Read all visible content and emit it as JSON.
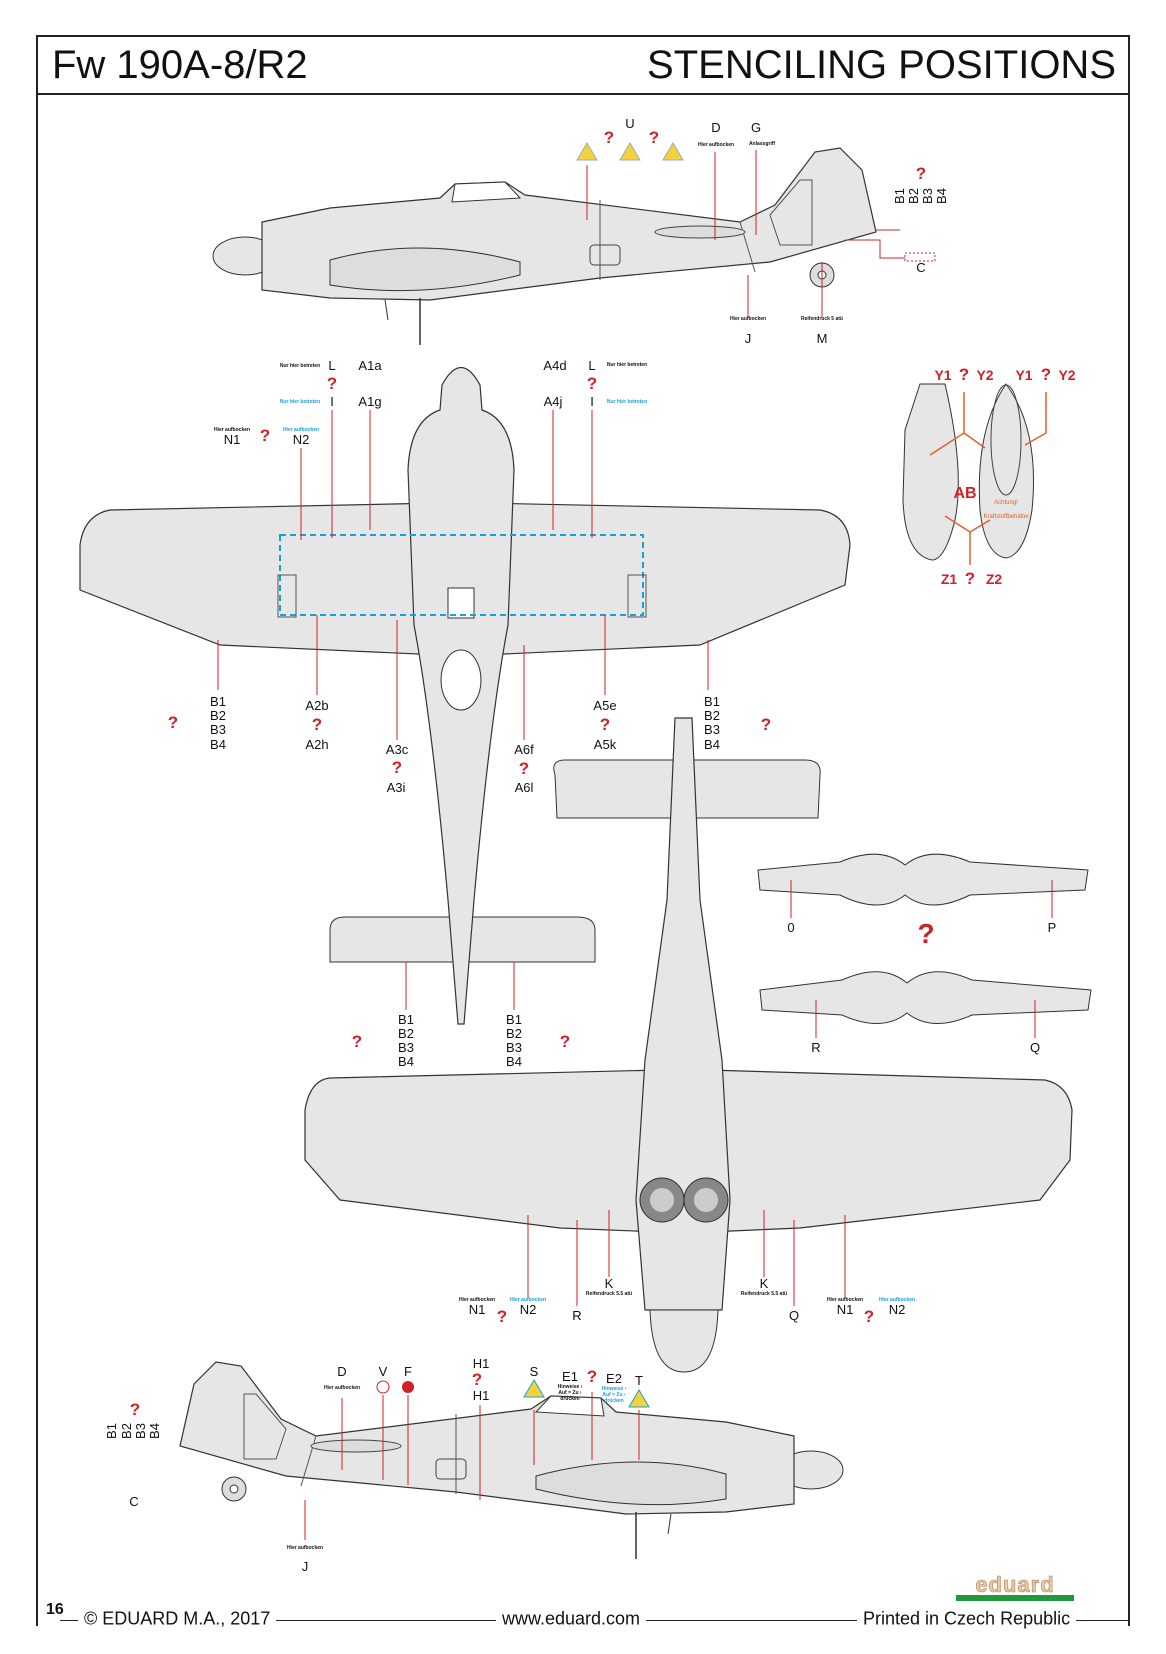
{
  "header": {
    "title": "Fw 190A-8/R2",
    "section": "STENCILING POSITIONS"
  },
  "q": "?",
  "side_top": {
    "U": "U",
    "D": "D",
    "D_note": "Hier aufbocken",
    "G": "G",
    "G_note": "Anlassgriff",
    "J": "J",
    "J_note": "Hier aufbocken",
    "M": "M",
    "M_note": "Reifendruck 5 atü",
    "C": "C",
    "B": [
      "B1",
      "B2",
      "B3",
      "B4"
    ]
  },
  "top_view": {
    "L": "L",
    "I": "I",
    "L_note": "Nur hier betreten",
    "I_note": "Nur hier betreten",
    "A1a": "A1a",
    "A1g": "A1g",
    "A4d": "A4d",
    "A4j": "A4j",
    "N1": "N1",
    "N2": "N2",
    "N_note": "Hier aufbocken",
    "A2b": "A2b",
    "A2h": "A2h",
    "A3c": "A3c",
    "A3i": "A3i",
    "A5e": "A5e",
    "A5k": "A5k",
    "A6f": "A6f",
    "A6l": "A6l",
    "B": [
      "B1",
      "B2",
      "B3",
      "B4"
    ]
  },
  "drop_tank": {
    "Y1": "Y1",
    "Y2": "Y2",
    "AB": "AB",
    "Z1": "Z1",
    "Z2": "Z2",
    "warning": "Achtung! Kraftstoffbehälter"
  },
  "flaps": {
    "O": "0",
    "P": "P",
    "R": "R",
    "Q": "Q"
  },
  "bottom_view": {
    "K": "K",
    "K_note": "Reifendruck 5.5 atü",
    "N1": "N1",
    "N2": "N2",
    "N_note": "Hier aufbocken",
    "R": "R",
    "Q": "Q"
  },
  "side_bottom": {
    "D": "D",
    "D_note": "Hier aufbocken",
    "V": "V",
    "F": "F",
    "H1": "H1",
    "S": "S",
    "E1": "E1",
    "E2": "E2",
    "E_note": "Hinweise ‹ Auf = Zu › drücken",
    "T": "T",
    "C": "C",
    "J": "J",
    "J_note": "Hier aufbocken",
    "B": [
      "B1",
      "B2",
      "B3",
      "B4"
    ]
  },
  "footer": {
    "page": "16",
    "copyright": "© EDUARD M.A., 2017",
    "url": "www.eduard.com",
    "printed": "Printed in Czech Republic",
    "logo": "eduard"
  },
  "colors": {
    "callout": "#d0202a",
    "blue_stencil": "#19a0dc",
    "aircraft": "#e6e6e6",
    "logo_green": "#1f9a3a"
  }
}
